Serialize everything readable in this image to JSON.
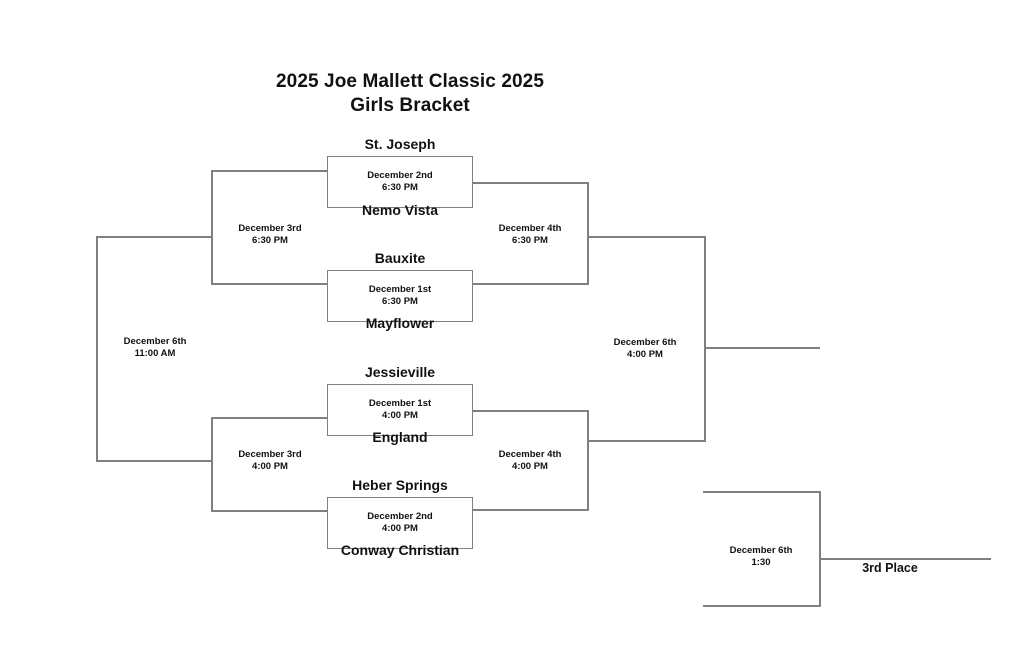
{
  "title": {
    "line1": "2025 Joe Mallett Classic 2025",
    "line2": "Girls Bracket"
  },
  "matches": [
    {
      "id": "match-1",
      "top_team": "St. Joseph",
      "bottom_team": "Nemo Vista",
      "date": "December 2nd",
      "time": "6:30 PM"
    },
    {
      "id": "match-2",
      "top_team": "Bauxite",
      "bottom_team": "Mayflower",
      "date": "December 1st",
      "time": "6:30 PM"
    },
    {
      "id": "match-3",
      "top_team": "Jessieville",
      "bottom_team": "England",
      "date": "December 1st",
      "time": "4:00 PM"
    },
    {
      "id": "match-4",
      "top_team": "Heber Springs",
      "bottom_team": "Conway Christian",
      "date": "December 2nd",
      "time": "4:00 PM"
    }
  ],
  "rounds": [
    {
      "id": "upper-left-semifinal",
      "date": "December 3rd",
      "time": "6:30 PM"
    },
    {
      "id": "upper-right-semifinal",
      "date": "December 4th",
      "time": "6:30 PM"
    },
    {
      "id": "lower-left-semifinal",
      "date": "December 3rd",
      "time": "4:00 PM"
    },
    {
      "id": "lower-right-semifinal",
      "date": "December 4th",
      "time": "4:00 PM"
    },
    {
      "id": "left-final",
      "date": "December 6th",
      "time": "11:00 AM"
    },
    {
      "id": "championship",
      "date": "December 6th",
      "time": "4:00 PM"
    },
    {
      "id": "third-place-game",
      "date": "December 6th",
      "time": "1:30"
    }
  ],
  "third_place": {
    "label": "3rd Place"
  },
  "colors": {
    "line": "#808080",
    "text": "#111111",
    "background": "#ffffff"
  }
}
